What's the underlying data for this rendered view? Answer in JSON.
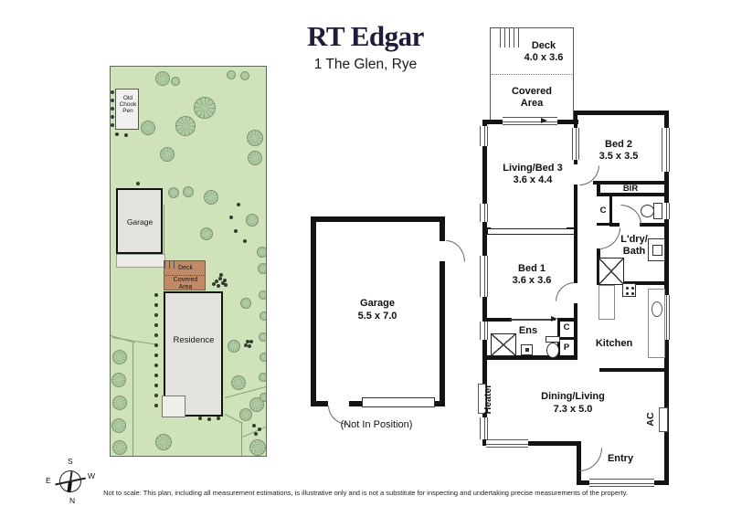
{
  "header": {
    "brand": "RT Edgar",
    "address": "1 The Glen, Rye"
  },
  "site_plan": {
    "old_chook_pen": "Old\nChook\nPen",
    "garage": "Garage",
    "deck": "Deck",
    "covered_area": "Covered\nArea",
    "residence": "Residence"
  },
  "garage_plan": {
    "name": "Garage",
    "dims": "5.5 x 7.0",
    "note": "(Not In Position)"
  },
  "floor_plan": {
    "deck_name": "Deck",
    "deck_dims": "4.0 x 3.6",
    "covered_area": "Covered\nArea",
    "living_bed3_name": "Living/Bed 3",
    "living_bed3_dims": "3.6 x 4.4",
    "bed2_name": "Bed 2",
    "bed2_dims": "3.5 x 3.5",
    "bir": "BIR",
    "closet_wc": "C",
    "ldry_bath": "L'dry/\nBath",
    "bed1_name": "Bed 1",
    "bed1_dims": "3.6 x 3.6",
    "ens": "Ens",
    "closet2": "C",
    "pantry": "P",
    "kitchen": "Kitchen",
    "heater": "Heater",
    "dining_name": "Dining/Living",
    "dining_dims": "7.3 x 5.0",
    "ac": "AC",
    "entry": "Entry"
  },
  "compass": {
    "n": "N",
    "s": "S",
    "e": "E",
    "w": "W"
  },
  "footer": {
    "disclaimer": "Not to scale: This plan, including all measurement estimations, is illustrative only and is not a substitute for inspecting and undertaking precise measurements of the property."
  },
  "colors": {
    "brand_navy": "#1d1d38",
    "wall_black": "#131313",
    "site_green": "#cfe2ba",
    "tree_green": "#b2cda6",
    "building_gray": "#e3e2df",
    "deck_brown": "#c08a68"
  }
}
